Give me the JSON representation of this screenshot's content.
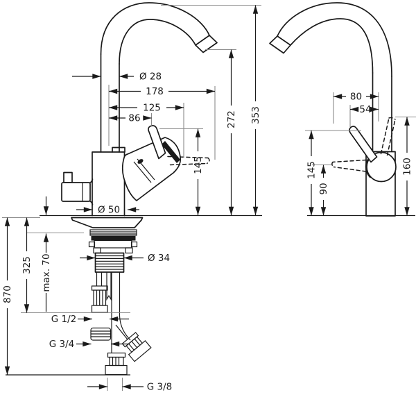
{
  "drawing_type": "faucet installation dimension drawing",
  "front_view": {
    "spout_diameter": "Ø 28",
    "reach_total": "178",
    "reach_mid": "125",
    "reach_handle": "86",
    "outlet_height": "272",
    "total_height": "353",
    "handle_height": "145",
    "body_diameter": "Ø 50",
    "shank_diameter": "Ø 34",
    "hose_drop": "325",
    "max_mounting_thickness": "max. 70",
    "overall_length": "870",
    "thread_supply": "G 1/2",
    "thread_adapter": "G 3/4",
    "thread_hose": "G 3/8"
  },
  "side_view": {
    "handle_reach": "80",
    "handle_reach_mid": "54",
    "handle_top_height": "160",
    "handle_tip_height": "145",
    "lever_height": "90"
  },
  "colors": {
    "line": "#1a1a1a",
    "extension_line": "#8a8a8a",
    "background": "#ffffff"
  }
}
